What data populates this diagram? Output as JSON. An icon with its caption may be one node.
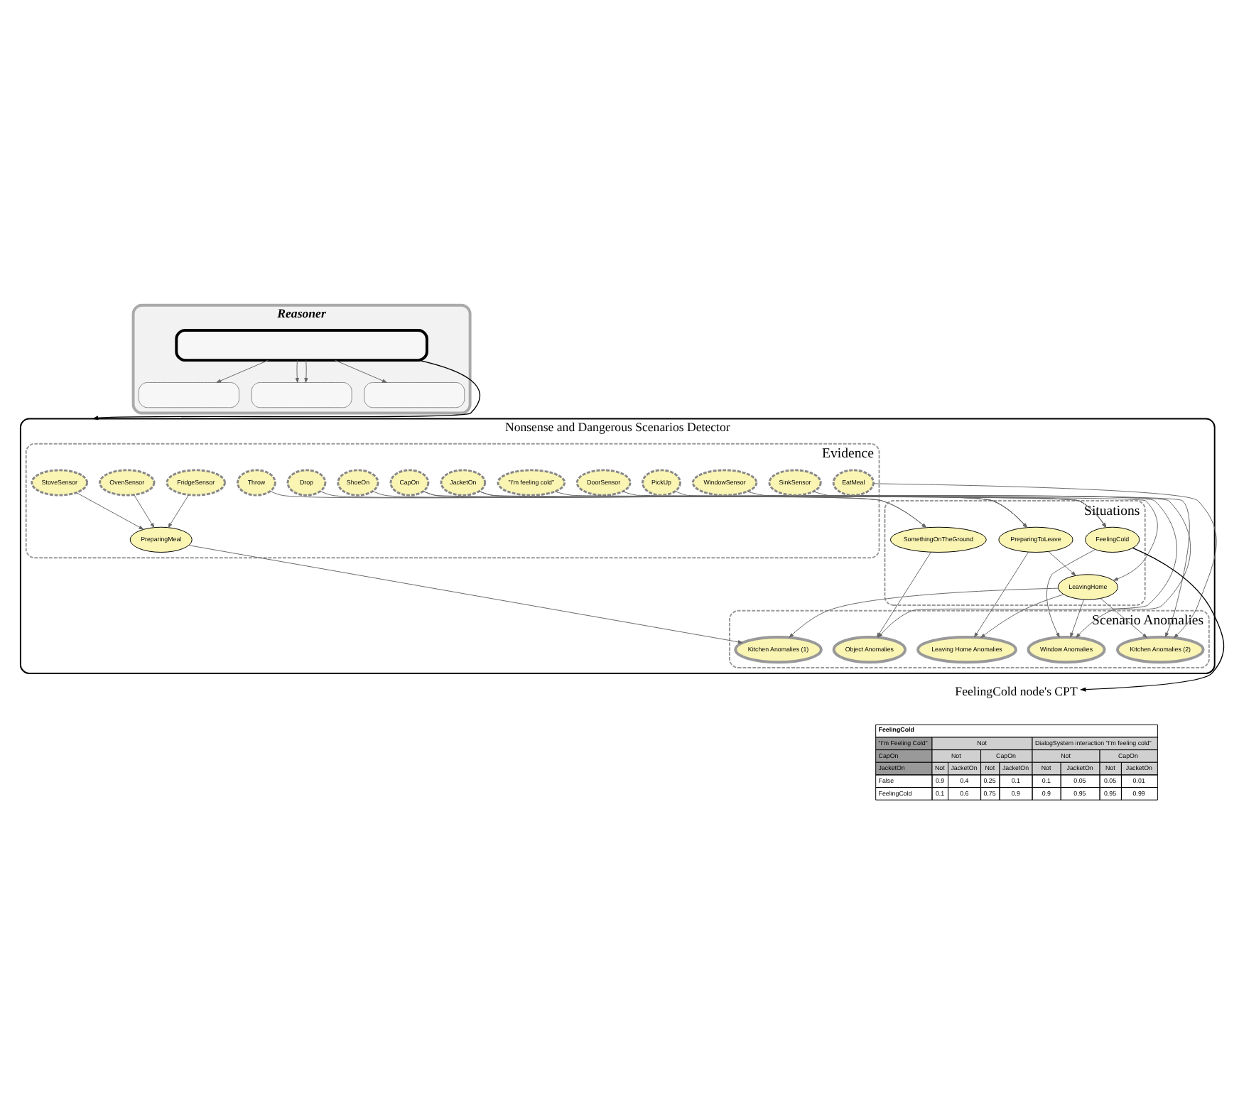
{
  "diagram": {
    "nodes": [
      {
        "text": [
          "Reasoner"
        ]
      },
      {
        "text": [],
        "shape": "box",
        "in": 0
      },
      {
        "text": [],
        "shape": "box",
        "in": 0
      },
      {
        "text": [],
        "shape": "box",
        "in": 0
      },
      {
        "text": [],
        "shape": "box",
        "in": 0
      },
      {
        "text": [
          "Nonsense and Dangerous Scenarios Detector"
        ]
      },
      {
        "text": [
          "Evidence"
        ],
        "in": 5
      },
      {
        "text": [
          "Situations"
        ],
        "in": 5
      },
      {
        "text": [
          "Scenario Anomalies"
        ],
        "in": 5
      },
      {
        "text": [
          "StoveSensor"
        ],
        "in": 6
      },
      {
        "text": [
          "OvenSensor"
        ],
        "in": 6
      },
      {
        "text": [
          "FridgeSensor"
        ],
        "in": 6
      },
      {
        "text": [
          "ShoeOn"
        ],
        "in": 6
      },
      {
        "text": [
          "CapOn"
        ],
        "in": 6
      },
      {
        "text": [
          "JacketOn"
        ],
        "in": 6
      },
      {
        "text": [
          "DoorSensor"
        ],
        "in": 6
      },
      {
        "text": [
          "WindowSensor"
        ],
        "in": 6
      },
      {
        "text": [
          "PreparingMeal"
        ],
        "in": 6
      },
      {
        "text": [
          "SinkSensor"
        ],
        "in": 6
      },
      {
        "text": [
          "EatMeal"
        ],
        "in": 6
      },
      {
        "text": [
          "Drop"
        ],
        "in": 6
      },
      {
        "text": [
          "Throw"
        ],
        "in": 6
      },
      {
        "text": [
          "PickUp"
        ],
        "in": 6
      },
      {
        "text": [
          "\"I'm feeling cold\""
        ],
        "in": 6
      },
      {
        "text": [
          "PreparingToLeave"
        ],
        "in": 7
      },
      {
        "text": [
          "FeelingCold"
        ],
        "in": 7
      },
      {
        "text": [
          "LeavingHome"
        ],
        "in": 7
      },
      {
        "text": [
          "SomethingOnTheGround"
        ],
        "in": 7
      },
      {
        "text": [
          "Leaving Home Anomalies"
        ],
        "in": 8
      },
      {
        "text": [
          "Window Anomalies"
        ],
        "in": 8
      },
      {
        "text": [
          "Kitchen Anomalies (1)"
        ],
        "in": 8
      },
      {
        "text": [
          "Kitchen Anomalies (2)"
        ],
        "in": 8
      },
      {
        "text": [
          "Object Anomalies"
        ],
        "in": 8
      },
      {
        "text": [
          "FeelingCold node's CPT"
        ]
      }
    ],
    "edges": [
      {
        "from": 1,
        "to": 2,
        "arrow": "to"
      },
      {
        "from": 1,
        "to": 4,
        "arrow": "to"
      },
      {
        "from": 1,
        "to": 3,
        "arrow": "to"
      },
      {
        "from": 1,
        "to": 3,
        "arrow": "to"
      },
      {
        "from": 1,
        "to": 5,
        "arrow": "to",
        "color": "#000000"
      },
      {
        "from": 9,
        "to": 17,
        "arrow": "to"
      },
      {
        "from": 10,
        "to": 17,
        "arrow": "to"
      },
      {
        "from": 11,
        "to": 17,
        "arrow": "to"
      },
      {
        "from": 12,
        "to": 24,
        "arrow": "to"
      },
      {
        "from": 13,
        "to": 24,
        "arrow": "to"
      },
      {
        "from": 13,
        "to": 25,
        "arrow": "to"
      },
      {
        "from": 14,
        "to": 24,
        "arrow": "to"
      },
      {
        "from": 14,
        "to": 25,
        "arrow": "to"
      },
      {
        "from": 15,
        "to": 26,
        "arrow": "to"
      },
      {
        "from": 16,
        "to": 29,
        "arrow": "to"
      },
      {
        "from": 23,
        "to": 25,
        "arrow": "to"
      },
      {
        "from": 17,
        "to": 30,
        "arrow": "to"
      },
      {
        "from": 18,
        "to": 31,
        "arrow": "to"
      },
      {
        "from": 19,
        "to": 31,
        "arrow": "to"
      },
      {
        "from": 20,
        "to": 27,
        "arrow": "to"
      },
      {
        "from": 21,
        "to": 27,
        "arrow": "to"
      },
      {
        "from": 22,
        "to": 32,
        "arrow": "to"
      },
      {
        "from": 24,
        "to": 26,
        "arrow": "to"
      },
      {
        "from": 24,
        "to": 28,
        "arrow": "to"
      },
      {
        "from": 26,
        "to": 28,
        "arrow": "to"
      },
      {
        "from": 26,
        "to": 29,
        "arrow": "to"
      },
      {
        "from": 26,
        "to": 30,
        "arrow": "to"
      },
      {
        "from": 26,
        "to": 31,
        "arrow": "to"
      },
      {
        "from": 25,
        "to": 29,
        "arrow": "to"
      },
      {
        "from": 27,
        "to": 32,
        "arrow": "to"
      },
      {
        "from": 25,
        "to": 33,
        "arrow": "to",
        "color": "#000000"
      }
    ],
    "labels": [
      "FeelingCold",
      "“I'm Feeling Cold”",
      "Not",
      "DialogSystem interaction “I'm feeling cold”",
      "CapOn",
      "Not",
      "CapOn",
      "Not",
      "CapOn",
      "JacketOn",
      "Not",
      "JacketOn",
      "Not",
      "JacketOn",
      "Not",
      "JacketOn",
      "Not",
      "JacketOn",
      "False",
      "0.9",
      "0.4",
      "0.25",
      "0.1",
      "0.1",
      "0.05",
      "0.05",
      "0.01",
      "FeelingCold",
      "0.1",
      "0.6",
      "0.75",
      "0.9",
      "0.9",
      "0.95",
      "0.95",
      "0.99"
    ]
  }
}
